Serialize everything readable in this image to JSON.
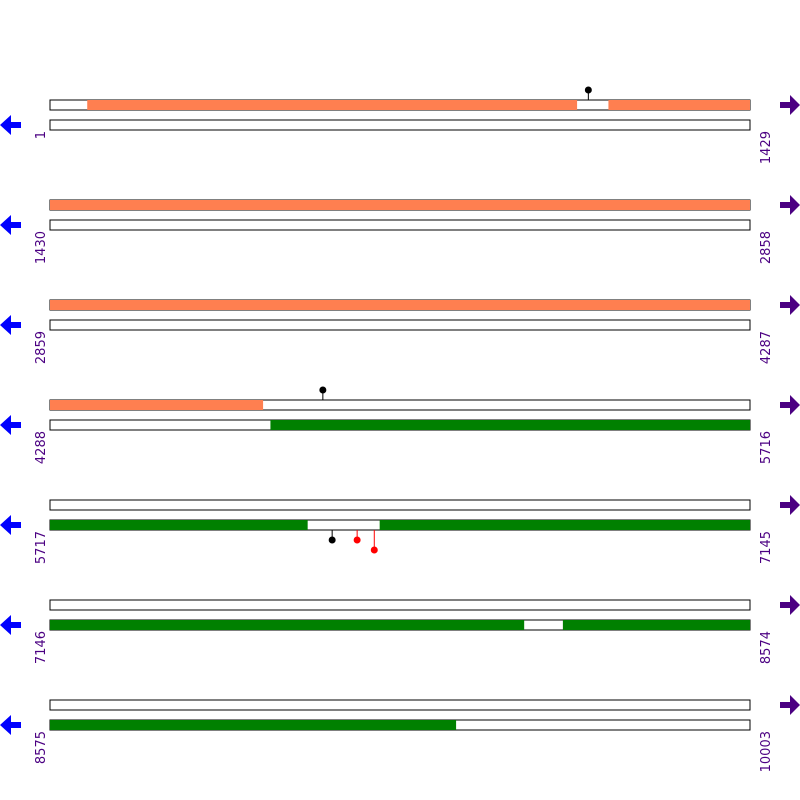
{
  "colors": {
    "background": "#ffffff",
    "track_line": "#000000",
    "track_fill": "#ffffff",
    "feature_forward": "#ff7f50",
    "feature_reverse": "#008000",
    "label": "#4b0082",
    "arrow_left": "#0000ff",
    "arrow_right": "#4b0082",
    "marker_black": "#000000",
    "marker_red": "#ff0000"
  },
  "icons": {
    "left_arrow": "arrow-left-icon",
    "right_arrow": "arrow-right-icon",
    "marker": "lollipop-marker-icon"
  },
  "rows": [
    {
      "start": 1,
      "end": 1429,
      "start_label": "1",
      "end_label": "1429",
      "forward_segments": [
        [
          77,
          1076
        ],
        [
          1141,
          1429
        ]
      ],
      "reverse_segments": [],
      "markers": [
        {
          "position": 1100,
          "color": "black",
          "side": "top",
          "level": 1
        }
      ]
    },
    {
      "start": 1430,
      "end": 2858,
      "start_label": "1430",
      "end_label": "2858",
      "forward_segments": [
        [
          1430,
          2858
        ]
      ],
      "reverse_segments": [],
      "markers": []
    },
    {
      "start": 2859,
      "end": 4287,
      "start_label": "2859",
      "end_label": "4287",
      "forward_segments": [
        [
          2859,
          4287
        ]
      ],
      "reverse_segments": [],
      "markers": []
    },
    {
      "start": 4288,
      "end": 5716,
      "start_label": "4288",
      "end_label": "5716",
      "forward_segments": [
        [
          4288,
          4722
        ]
      ],
      "reverse_segments": [
        [
          4738,
          5716
        ]
      ],
      "markers": [
        {
          "position": 4845,
          "color": "black",
          "side": "top",
          "level": 1
        }
      ]
    },
    {
      "start": 5717,
      "end": 7145,
      "start_label": "5717",
      "end_label": "7145",
      "forward_segments": [],
      "reverse_segments": [
        [
          5717,
          6242
        ],
        [
          6390,
          7145
        ]
      ],
      "markers": [
        {
          "position": 6293,
          "color": "black",
          "side": "bottom",
          "level": 1
        },
        {
          "position": 6344,
          "color": "red",
          "side": "bottom",
          "level": 1
        },
        {
          "position": 6379,
          "color": "red",
          "side": "bottom",
          "level": 2
        }
      ]
    },
    {
      "start": 7146,
      "end": 8574,
      "start_label": "7146",
      "end_label": "8574",
      "forward_segments": [],
      "reverse_segments": [
        [
          7146,
          8113
        ],
        [
          8193,
          8574
        ]
      ],
      "markers": []
    },
    {
      "start": 8575,
      "end": 10003,
      "start_label": "8575",
      "end_label": "10003",
      "forward_segments": [],
      "reverse_segments": [
        [
          8575,
          9403
        ]
      ],
      "markers": []
    }
  ]
}
